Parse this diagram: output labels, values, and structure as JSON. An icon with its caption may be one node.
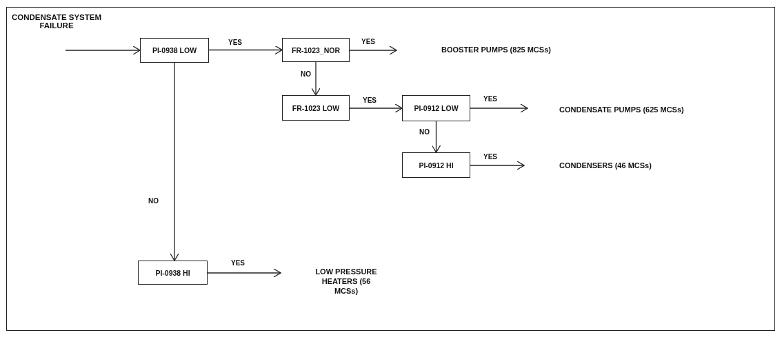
{
  "diagram": {
    "title": "CONDENSATE SYSTEM FAILURE",
    "nodes": [
      {
        "text": [
          "PI-0938 LOW"
        ]
      },
      {
        "text": [
          "FR-1023_NOR"
        ]
      },
      {
        "text": [
          "FR-1023 LOW"
        ]
      },
      {
        "text": [
          "PI-0912 LOW"
        ]
      },
      {
        "text": [
          "PI-0912 HI"
        ]
      },
      {
        "text": [
          "PI-0938 HI"
        ]
      }
    ],
    "edges": [
      {
        "from": null,
        "to": 0,
        "arrow": "to"
      },
      {
        "from": 0,
        "to": 1,
        "label": "YES",
        "arrow": "to"
      },
      {
        "from": 1,
        "to": null,
        "label": "YES",
        "arrow": "to"
      },
      {
        "from": 1,
        "to": 2,
        "label": "NO",
        "arrow": "to"
      },
      {
        "from": 2,
        "to": 3,
        "label": "YES",
        "arrow": "to"
      },
      {
        "from": 3,
        "to": null,
        "label": "YES",
        "arrow": "to"
      },
      {
        "from": 3,
        "to": 4,
        "label": "NO",
        "arrow": "to"
      },
      {
        "from": 4,
        "to": null,
        "label": "YES",
        "arrow": "to"
      },
      {
        "from": 0,
        "to": 5,
        "label": "NO",
        "arrow": "to"
      },
      {
        "from": 5,
        "to": null,
        "label": "YES",
        "arrow": "to"
      }
    ],
    "labels": [
      "BOOSTER PUMPS (825 MCSs)",
      "CONDENSATE PUMPS (625 MCSs)",
      "CONDENSERS (46 MCSs)",
      "LOW PRESSURE HEATERS (56 MCSs)"
    ]
  }
}
